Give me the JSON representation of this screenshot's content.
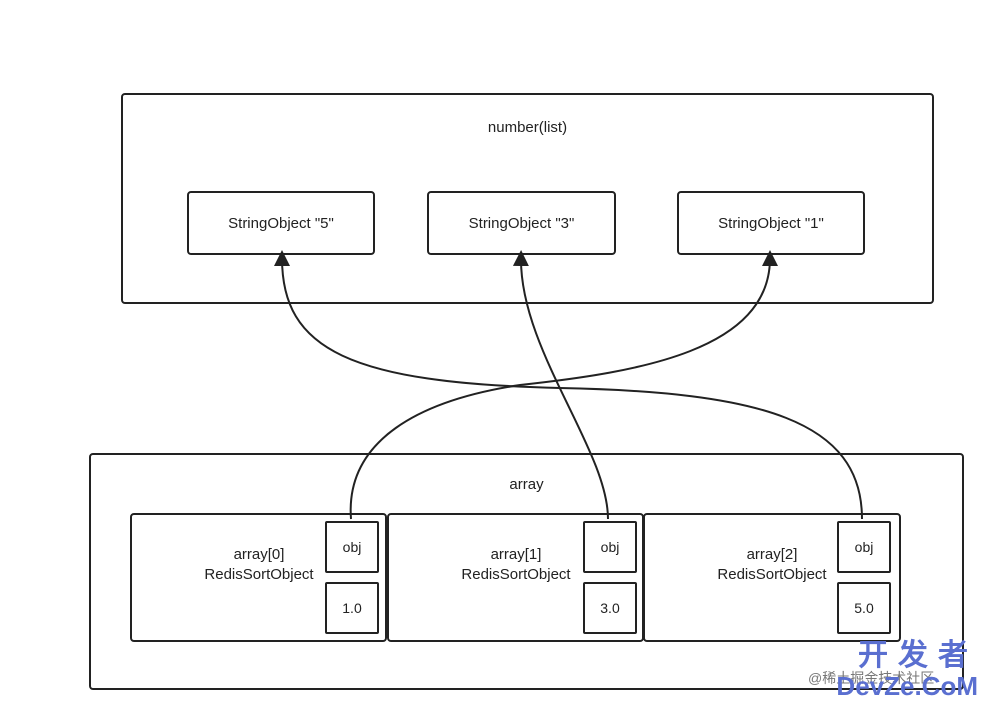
{
  "list": {
    "title": "number(list)",
    "items": [
      "StringObject \"5\"",
      "StringObject \"3\"",
      "StringObject \"1\""
    ]
  },
  "array": {
    "title": "array",
    "elements": [
      {
        "index": "array[0]",
        "type": "RedisSortObject",
        "obj": "obj",
        "score": "1.0"
      },
      {
        "index": "array[1]",
        "type": "RedisSortObject",
        "obj": "obj",
        "score": "3.0"
      },
      {
        "index": "array[2]",
        "type": "RedisSortObject",
        "obj": "obj",
        "score": "5.0"
      }
    ]
  },
  "watermark": {
    "cn": "开发者",
    "en": "DevZe.CoM",
    "user": "@稀土掘金技术社区"
  }
}
